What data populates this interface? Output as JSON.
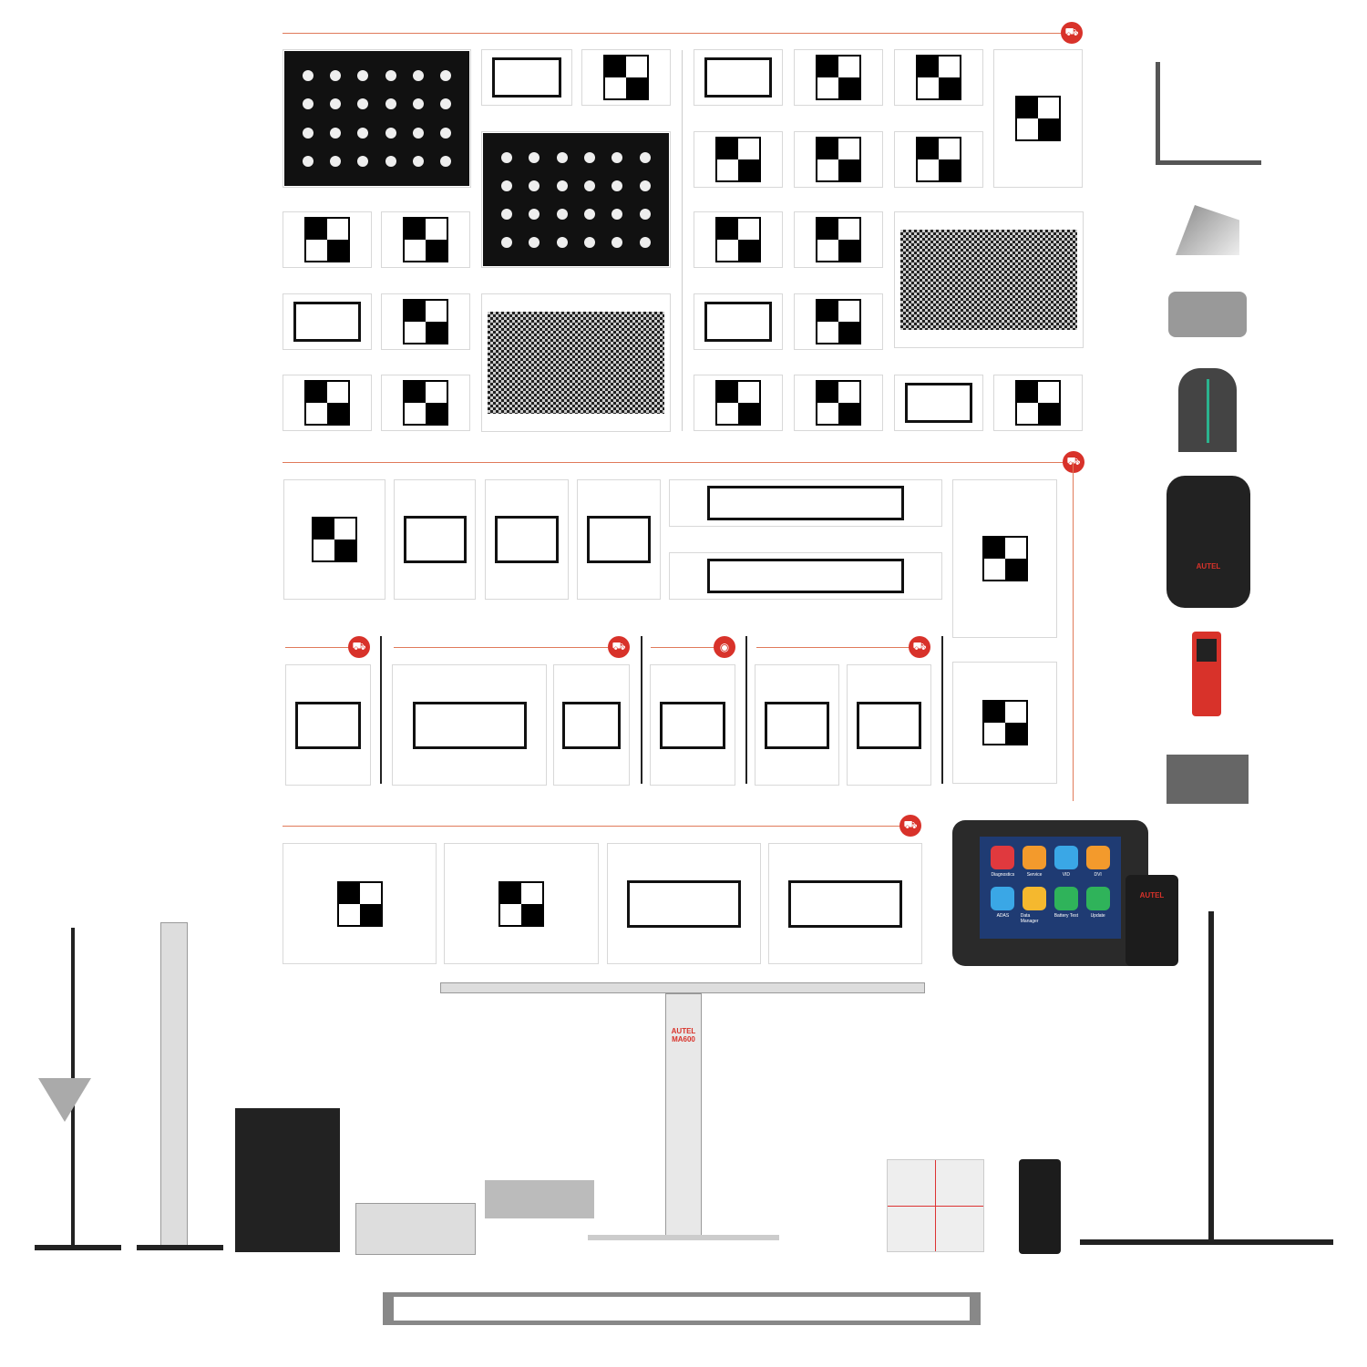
{
  "brand": "AUTEL",
  "frame_model": "MA600",
  "tablet": {
    "apps": [
      {
        "label": "Diagnostics",
        "color": "#e0393e"
      },
      {
        "label": "Service",
        "color": "#f39a2c"
      },
      {
        "label": "VID",
        "color": "#3aa7e6"
      },
      {
        "label": "DVI",
        "color": "#f39a2c"
      },
      {
        "label": "ADAS",
        "color": "#3aa7e6"
      },
      {
        "label": "Data Manager",
        "color": "#f5b82e"
      },
      {
        "label": "Battery Test",
        "color": "#2fb35a"
      },
      {
        "label": "Update",
        "color": "#2fb35a"
      }
    ]
  },
  "section_icons": [
    "camera-car-icon",
    "radar-car-icon",
    "camera-car-icon",
    "radar-car-icon",
    "eye-icon",
    "lidar-icon",
    "night-vision-icon"
  ],
  "colors": {
    "accent": "#d8322a",
    "rule": "#e07a5a"
  }
}
